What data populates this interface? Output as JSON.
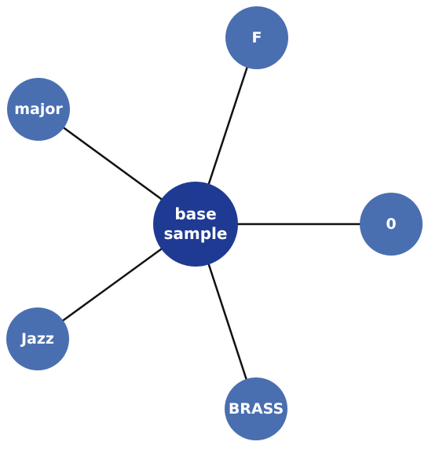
{
  "diagram": {
    "center": {
      "label_line1": "base",
      "label_line2": "sample",
      "color": "#1f3a93"
    },
    "node_color": "#4a6fb0",
    "edge_color": "#111111",
    "nodes": [
      {
        "label": "F"
      },
      {
        "label": "major"
      },
      {
        "label": "0"
      },
      {
        "label": "Jazz"
      },
      {
        "label": "BRASS"
      }
    ]
  }
}
